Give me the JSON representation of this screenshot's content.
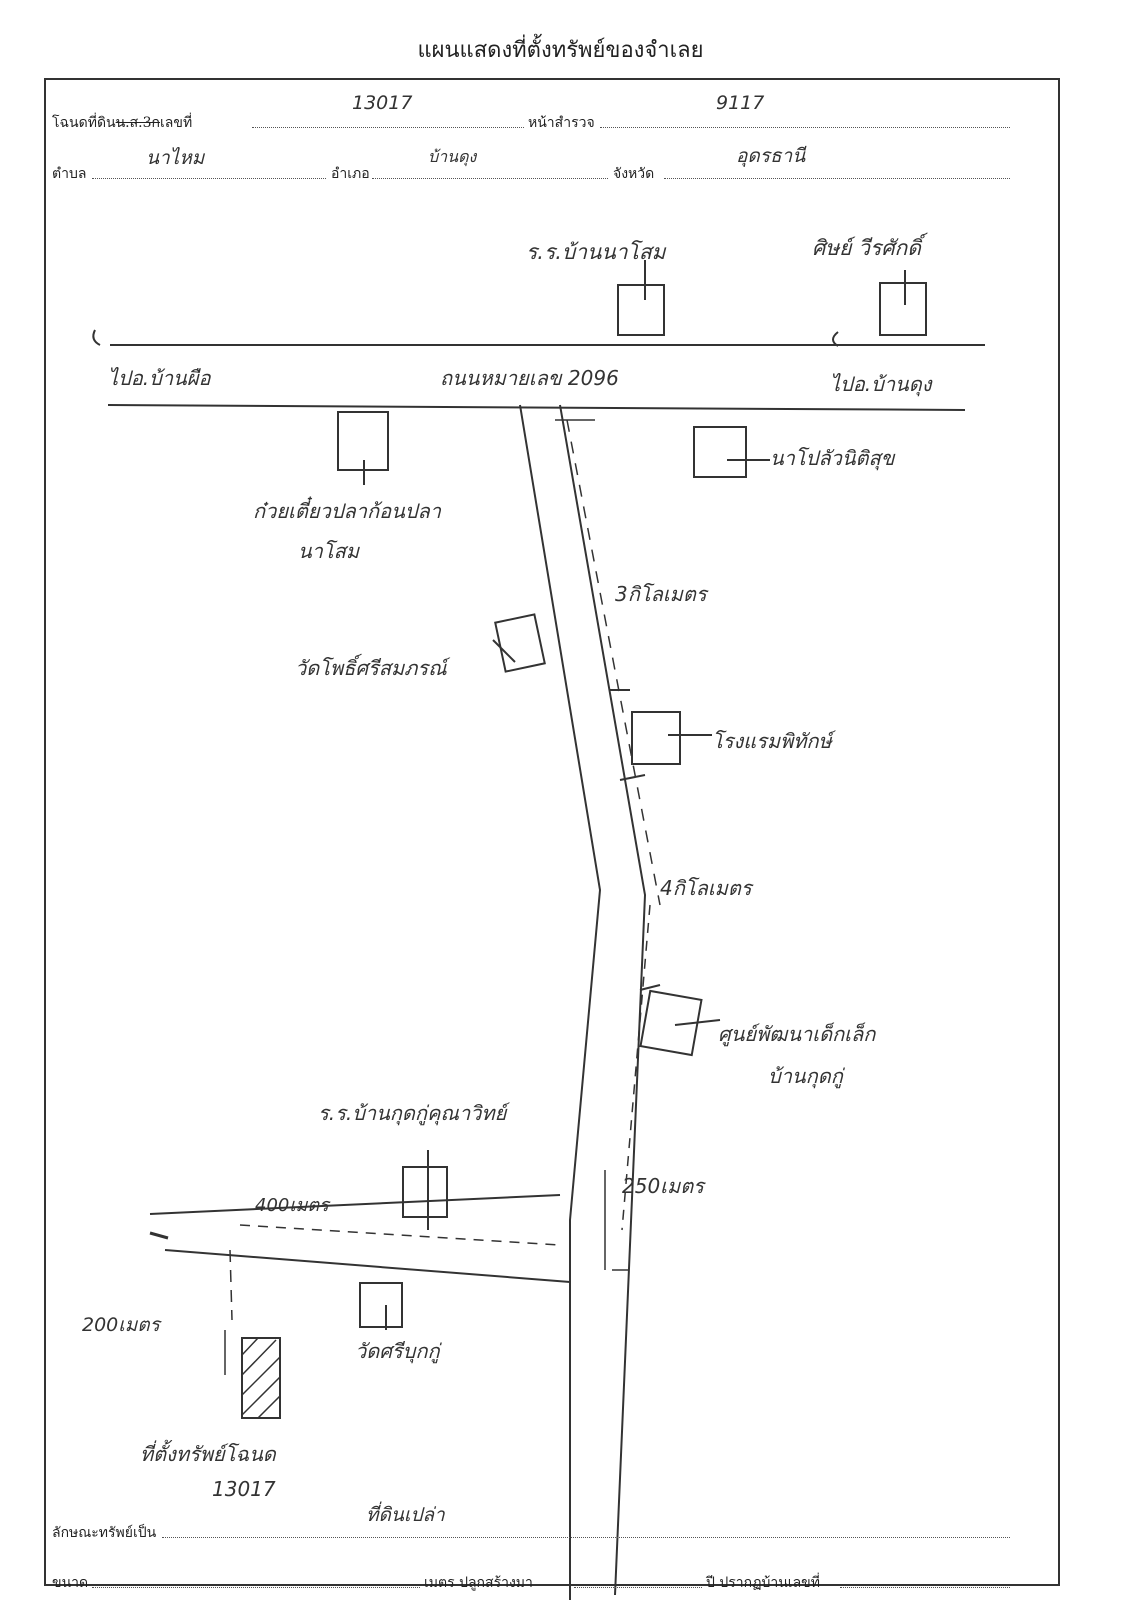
{
  "header": {
    "title": "แผนแสดงที่ตั้งทรัพย์ของจำเลย"
  },
  "form": {
    "deed_label_prefix": "โฉนดที่ดิน",
    "deed_label_struck": "น.ส.3ก",
    "deed_label_suffix": "เลขที่",
    "deed_number": "13017",
    "survey_label": "หน้าสำรวจ",
    "survey_number": "9117",
    "subdistrict_label": "ตำบล",
    "subdistrict_value": "นาไหม",
    "district_label": "อำเภอ",
    "district_value": "บ้านดุง",
    "province_label": "จังหวัด",
    "province_value": "อุดรธานี",
    "property_type_label": "ลักษณะทรัพย์เป็น",
    "property_type_value": "ที่ดินเปล่า",
    "size_label": "ขนาด",
    "meter_built_label": "เมตร ปลูกสร้างมา",
    "year_house_label": "ปี ปรากฏบ้านเลขที่"
  },
  "map_labels": {
    "school_top": "ร.ร.บ้านนาโสม",
    "school_top_right": "ศิษย์ วีรศักดิ์",
    "post_left": "ไปอ.บ้านผือ",
    "highway": "ถนนหมายเลข 2096",
    "post_right": "ไปอ.บ้านดุง",
    "shrine": "ก๋วยเตี๋ยวปลาก้อนปลา",
    "shrine_sub": "นาโสม",
    "health": "นาโปลัวนิติสุข",
    "distance_3km": "3กิโลเมตร",
    "temple_mid": "วัดโพธิ์ศรีสมภรณ์",
    "school_mid": "โรงแรมพิทักษ์",
    "distance_4km": "4กิโลเมตร",
    "center_line1": "ศูนย์พัฒนาเด็กเล็ก",
    "center_line2": "บ้านกุดกู่",
    "school_bottom": "ร.ร.บ้านกุดกู่คุณาวิทย์",
    "distance_400m": "400เมตร",
    "distance_250m": "250เมตร",
    "distance_200m": "200เมตร",
    "temple_bottom": "วัดศรีบุกกู่",
    "property_line1": "ที่ตั้งทรัพย์โฉนด",
    "property_line2": "13017"
  }
}
